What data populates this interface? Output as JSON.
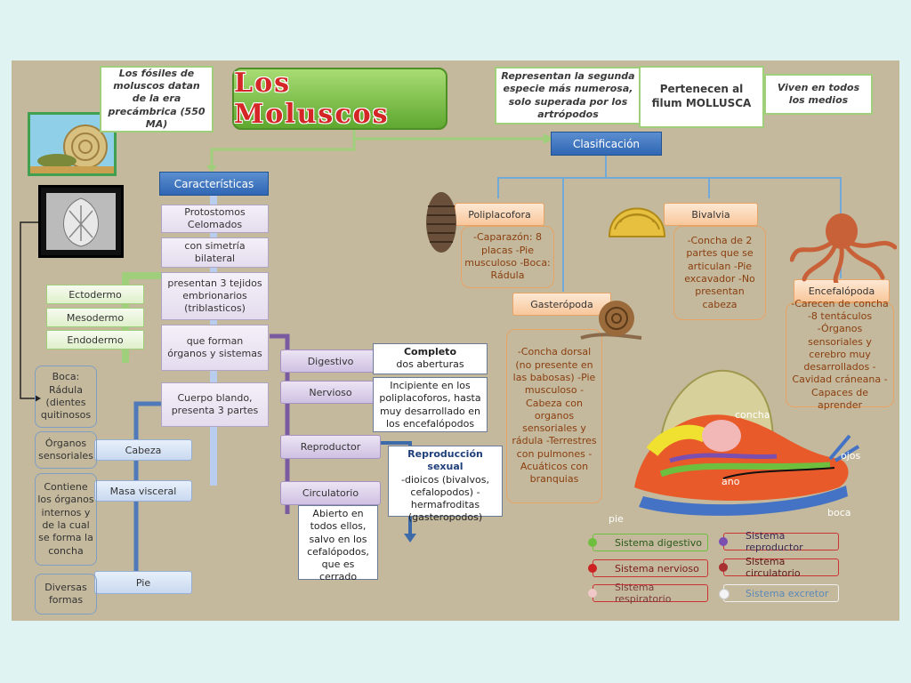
{
  "title": "Los Moluscos",
  "notes": {
    "fossils": "Los fósiles de moluscos datan de la era precámbrica (550 MA)",
    "second_species": "Representan la segunda especie más numerosa, solo superada por los artrópodos",
    "phylum": "Pertenecen al filum MOLLUSCA",
    "habitat": "Viven en todos los medios"
  },
  "caracteristicas": {
    "header": "Características",
    "items": [
      "Protostomos Celomados",
      "con simetría bilateral",
      "presentan 3 tejidos embrionarios (triblasticos)",
      "que forman órganos y sistemas",
      "Cuerpo blando, presenta 3 partes"
    ],
    "tissues": [
      "Ectodermo",
      "Mesodermo",
      "Endodermo"
    ],
    "parts": [
      "Cabeza",
      "Masa visceral",
      "Pie"
    ],
    "part_notes": [
      "Boca: Rádula (dientes quitinosos",
      "Órganos sensoriales",
      "Contiene los órganos internos y de la cual se forma la concha",
      "Diversas formas"
    ]
  },
  "sistemas": {
    "labels": [
      "Digestivo",
      "Nervioso",
      "Reproductor",
      "Circulatorio"
    ],
    "digestivo_title": "Completo",
    "digestivo_text": "dos aberturas",
    "nervioso_text": "Incipiente en los poliplacoforos, hasta muy desarrollado en los encefalópodos",
    "reproductor_title": "Reproducción sexual",
    "reproductor_text": "-dioicos (bivalvos, cefalopodos) -hermafroditas (gasteropodos)",
    "circulatorio_text": "Abierto en todos ellos, salvo en los cefalópodos, que es cerrado"
  },
  "clasificacion": {
    "header": "Clasificación",
    "classes": [
      {
        "name": "Poliplacofora",
        "traits": "-Caparazón: 8 placas -Pie musculoso -Boca: Rádula"
      },
      {
        "name": "Bivalvia",
        "traits": "-Concha de 2 partes que se articulan -Pie excavador -No presentan cabeza"
      },
      {
        "name": "Gasterópoda",
        "traits": "-Concha dorsal (no presente en las babosas) -Pie musculoso -Cabeza con organos sensoriales y rádula -Terrestres con pulmones -Acuáticos con branquias"
      },
      {
        "name": "Encefalópoda",
        "traits": "-Carecen de concha -8 tentáculos -Órganos sensoriales y cerebro muy desarrollados -Cavidad cráneana -Capaces de aprender"
      }
    ]
  },
  "anatomy_labels": [
    "concha",
    "ojos",
    "ano",
    "pie",
    "boca"
  ],
  "legend": [
    {
      "label": "Sistema digestivo",
      "color": "#6fbf3f",
      "border": "#6fbf3f"
    },
    {
      "label": "Sistema reproductor",
      "color": "#7a4fb0",
      "border": "#cc3333"
    },
    {
      "label": "Sistema nervioso",
      "color": "#cc2222",
      "border": "#cc3333"
    },
    {
      "label": "Sistema circulatorio",
      "color": "#a83232",
      "border": "#cc3333"
    },
    {
      "label": "Sistema respiratorio",
      "color": "#f0c8c8",
      "border": "#cc3333"
    },
    {
      "label": "Sistema excretor",
      "color": "#f4f4f4",
      "border": "#f0f0f0"
    }
  ]
}
